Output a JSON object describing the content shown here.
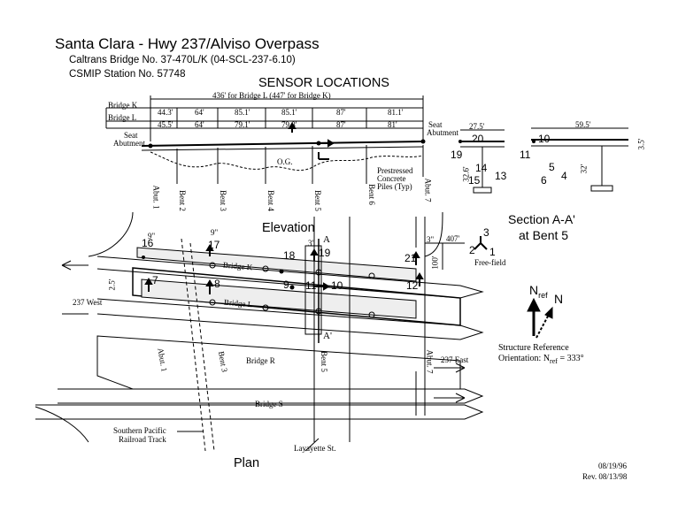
{
  "header": {
    "title": "Santa Clara - Hwy 237/Alviso Overpass",
    "bridge_no": "Caltrans Bridge No. 37-470L/K (04-SCL-237-6.10)",
    "station_no": "CSMIP Station No. 57748",
    "sensor_title": "SENSOR LOCATIONS"
  },
  "elevation": {
    "overall_length": "436' for Bridge L (447' for Bridge K)",
    "row_k_label": "Bridge K",
    "row_l_label": "Bridge L",
    "span_k": [
      "44.3'",
      "64'",
      "85.1'",
      "85.1'",
      "87'",
      "81.1'"
    ],
    "span_l": [
      "45.5'",
      "64'",
      "79.1'",
      "79.8'",
      "87'",
      "81'"
    ],
    "seat_abutment_left": [
      "Seat",
      "Abutment"
    ],
    "seat_abutment_right": [
      "Seat",
      "Abutment"
    ],
    "og": "O.G.",
    "piles_note": [
      "Prestressed",
      "Concrete",
      "Piles (Typ)"
    ],
    "supports": [
      "Abut. 1",
      "Bent 2",
      "Bent 3",
      "Bent 4",
      "Bent 5",
      "Bent 6",
      "Abut. 7"
    ],
    "caption": "Elevation"
  },
  "section": {
    "width_k": "27.5'",
    "width_l": "59.5'",
    "height_k": "32.6'",
    "height_l": "32'",
    "depth": "3.5'",
    "sensors": [
      "20",
      "19",
      "14",
      "15",
      "13",
      "10",
      "11",
      "5",
      "6",
      "4"
    ],
    "caption_line1": "Section A-A'",
    "caption_line2": "at Bent 5"
  },
  "plan": {
    "sensors": [
      "16",
      "17",
      "7",
      "8",
      "18",
      "19",
      "9",
      "11",
      "10",
      "21",
      "12"
    ],
    "dims": [
      "9\"",
      "9\"",
      "3\"",
      "3\"",
      "2.5'",
      "407'",
      "100'"
    ],
    "bridge_k": "Bridge K",
    "bridge_l": "Bridge L",
    "bridge_r": "Bridge R",
    "bridge_s": "Bridge S",
    "west": "237 West",
    "east": "237 East",
    "section_a": "A",
    "section_a2": "A'",
    "abut_1": "Abut. 1",
    "bent_3": "Bent 3",
    "bent_5": "Bent 5",
    "abut_7": "Abut. 7",
    "railroad": [
      "Southern Pacific",
      "Railroad Track"
    ],
    "street": "Layayette St.",
    "caption": "Plan"
  },
  "free_field": {
    "labels": [
      "3",
      "2",
      "1"
    ],
    "caption": "Free-field"
  },
  "orientation": {
    "nref": "N",
    "nref_sub": "ref",
    "n": "N",
    "line1": "Structure Reference",
    "line2_prefix": "Orientation: N",
    "line2_sub": "ref",
    "line2_suffix": "= 333°"
  },
  "dates": {
    "date": "08/19/96",
    "rev": "Rev. 08/13/98"
  }
}
